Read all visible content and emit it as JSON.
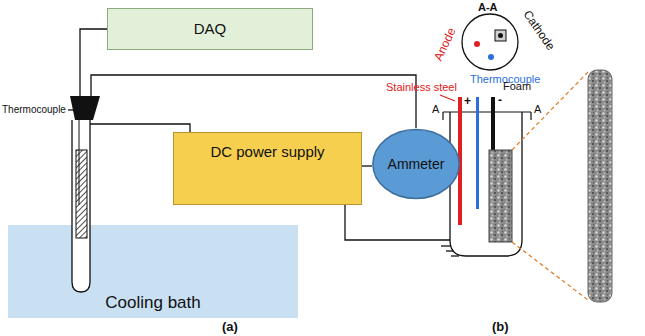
{
  "diagram": {
    "nodes": [
      {
        "text": [
          "DAQ"
        ]
      },
      {
        "text": [
          "DC power supply"
        ]
      },
      {
        "text": [
          "Ammeter"
        ]
      },
      {
        "text": [
          "Cooling bath"
        ]
      }
    ],
    "edges": [
      {
        "from": 1,
        "to": 2,
        "arrow": "none"
      }
    ],
    "labels": [
      "Thermocouple",
      "(a)",
      "A-A",
      "Anode",
      "Cathode",
      "Thermocouple",
      "Stainless steel",
      "+",
      "-",
      "Foam",
      "A",
      "A",
      "(b)"
    ]
  }
}
